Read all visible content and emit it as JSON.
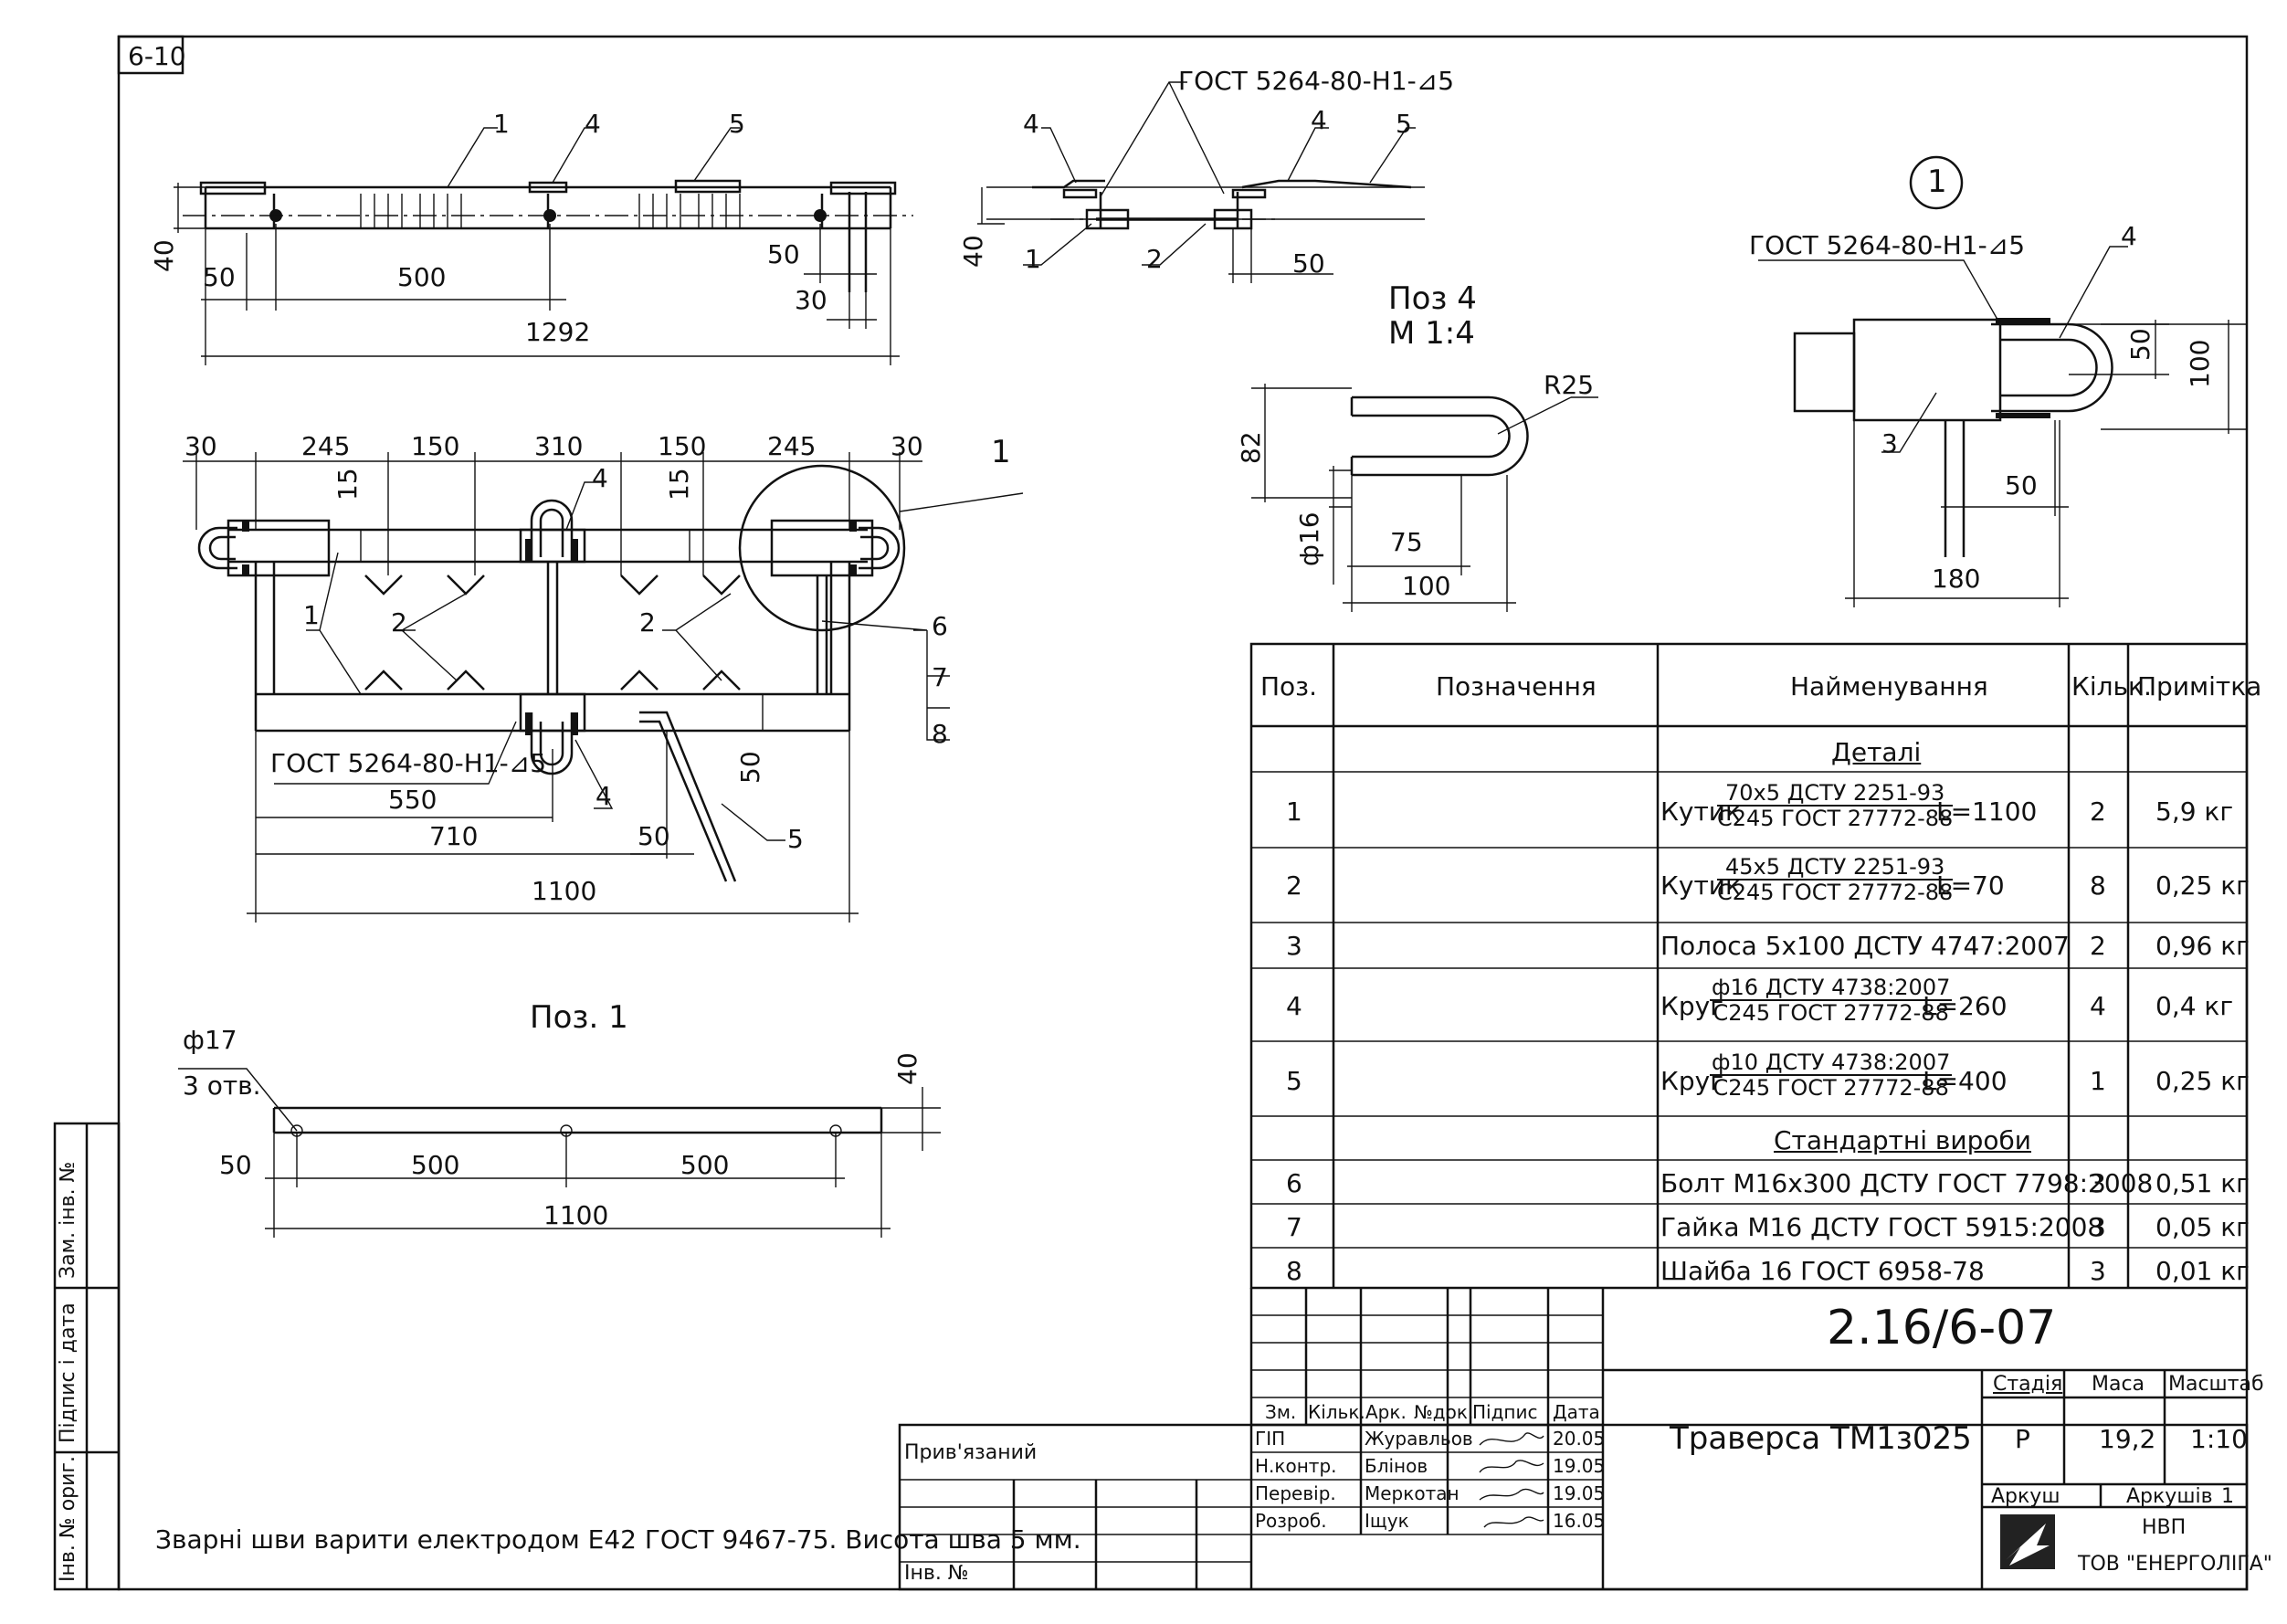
{
  "sheet_code": "6-10",
  "notes": {
    "weld": "Зварні шви варити електродом Е42 ГОСТ 9467-75. Висота шва 5 мм."
  },
  "views": {
    "top_front": {
      "callouts": [
        "1",
        "4",
        "5"
      ],
      "dims": {
        "h": "40",
        "left": "50",
        "span": "500",
        "right": "50",
        "end": "30",
        "total": "1292"
      }
    },
    "side": {
      "weld": "ГОСТ 5264-80-Н1-⊿5",
      "callouts": [
        "4",
        "4",
        "5",
        "1",
        "2"
      ],
      "dims": {
        "h": "40",
        "offset": "50"
      }
    },
    "plan": {
      "dims": {
        "d30a": "30",
        "d245a": "245",
        "d150a": "150",
        "d310": "310",
        "d150b": "150",
        "d245b": "245",
        "d30b": "30",
        "d15a": "15",
        "d15b": "15",
        "d550": "550",
        "d710": "710",
        "d50a": "50",
        "d50b": "50",
        "d1100": "1100"
      },
      "weld": "ГОСТ 5264-80-Н1-⊿5",
      "callouts": [
        "4",
        "1",
        "2",
        "2",
        "6",
        "7",
        "8",
        "4",
        "5"
      ],
      "detail_ref": "1"
    },
    "pos4": {
      "title_a": "Поз 4",
      "title_b": "М 1:4",
      "dims": {
        "r": "R25",
        "h": "82",
        "d": "ф16",
        "d75": "75",
        "d100": "100"
      }
    },
    "detail1": {
      "label": "1",
      "weld": "ГОСТ 5264-80-Н1-⊿5",
      "callouts": [
        "4",
        "3"
      ],
      "dims": {
        "d50v": "50",
        "d100": "100",
        "d50h": "50",
        "d180": "180"
      }
    },
    "pos1": {
      "title": "Поз. 1",
      "hole_a": "ф17",
      "hole_b": "3 отв.",
      "dims": {
        "h": "40",
        "d50": "50",
        "d500a": "500",
        "d500b": "500",
        "d1100": "1100"
      }
    }
  },
  "spec": {
    "headers": {
      "pos": "Поз.",
      "designation": "Позначення",
      "name": "Найменування",
      "qty": "Кільк.",
      "note": "Примітка"
    },
    "section_parts": "Деталі",
    "section_std": "Стандартні вироби",
    "rows": [
      {
        "pos": "1",
        "prefix": "Кутик",
        "top": "70х5 ДСТУ 2251-93",
        "bottom": "С245 ГОСТ 27772-88",
        "suffix": "L=1100",
        "qty": "2",
        "note": "5,9 кг"
      },
      {
        "pos": "2",
        "prefix": "Кутик",
        "top": "45х5 ДСТУ 2251-93",
        "bottom": "С245 ГОСТ 27772-88",
        "suffix": "L=70",
        "qty": "8",
        "note": "0,25 кг"
      },
      {
        "pos": "3",
        "name": "Полоса 5х100 ДСТУ 4747:2007",
        "qty": "2",
        "note": "0,96 кг"
      },
      {
        "pos": "4",
        "prefix": "Круг",
        "top": "ф16 ДСТУ 4738:2007",
        "bottom": "С245 ГОСТ 27772-88",
        "suffix": "L=260",
        "qty": "4",
        "note": "0,4 кг"
      },
      {
        "pos": "5",
        "prefix": "Круг",
        "top": "ф10 ДСТУ 4738:2007",
        "bottom": "С245 ГОСТ 27772-88",
        "suffix": "L=400",
        "qty": "1",
        "note": "0,25 кг"
      },
      {
        "pos": "6",
        "name": "Болт М16х300 ДСТУ ГОСТ 7798:2008",
        "qty": "3",
        "note": "0,51 кг"
      },
      {
        "pos": "7",
        "name": "Гайка М16 ДСТУ ГОСТ 5915:2008",
        "qty": "3",
        "note": "0,05 кг"
      },
      {
        "pos": "8",
        "name": "Шайба 16 ГОСТ 6958-78",
        "qty": "3",
        "note": "0,01 кг"
      }
    ]
  },
  "title_block": {
    "doc_number": "2.16/6-07",
    "title": "Траверса ТМ1з025",
    "headers": {
      "zm": "Зм.",
      "kilk": "Кільк.",
      "ark": "Арк.",
      "ndok": "№док.",
      "pidpys": "Підпис",
      "data": "Дата"
    },
    "roles": [
      {
        "role": "ГІП",
        "name": "Журавльов",
        "date": "20.05"
      },
      {
        "role": "Н.контр.",
        "name": "Блінов",
        "date": "19.05"
      },
      {
        "role": "Перевір.",
        "name": "Меркотан",
        "date": "19.05"
      },
      {
        "role": "Розроб.",
        "name": "Іщук",
        "date": "16.05"
      }
    ],
    "stage_label": "Стадія",
    "stage": "Р",
    "mass_label": "Маса",
    "mass": "19,2",
    "scale_label": "Масштаб",
    "scale": "1:10",
    "sheet_label": "Аркуш",
    "sheets_label": "Аркушів",
    "sheets": "1",
    "company_a": "НВП",
    "company_b": "ТОВ \"ЕНЕРГОЛІГА\"",
    "attached": "Прив'язаний",
    "inv_no": "Інв. №"
  },
  "side_strip": {
    "zam": "Зам. інв. №",
    "pidpys": "Підпис і дата",
    "inv": "Інв. № ориг."
  }
}
